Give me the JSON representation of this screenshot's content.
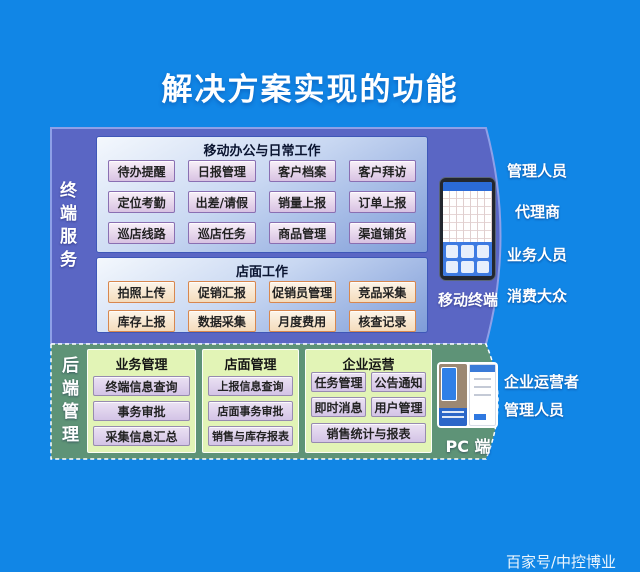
{
  "title": "解决方案实现的功能",
  "footer": "百家号/中控博业",
  "terminal_section": {
    "side_label": "终端服务",
    "device_label": "移动终端",
    "audience": [
      "管理人员",
      "代理商",
      "业务人员",
      "消费大众"
    ],
    "groups": [
      {
        "title": "移动办公与日常工作",
        "buttons": [
          "待办提醒",
          "日报管理",
          "客户档案",
          "客户拜访",
          "定位考勤",
          "出差/请假",
          "销量上报",
          "订单上报",
          "巡店线路",
          "巡店任务",
          "商品管理",
          "渠道铺货"
        ]
      },
      {
        "title": "店面工作",
        "buttons": [
          "拍照上传",
          "促销汇报",
          "促销员管理",
          "竞品采集",
          "库存上报",
          "数据采集",
          "月度费用",
          "核查记录"
        ]
      }
    ]
  },
  "backend_section": {
    "side_label": "后端管理",
    "device_label": "PC 端",
    "audience": [
      "企业运营者",
      "管理人员"
    ],
    "cards": [
      {
        "title": "业务管理",
        "buttons": [
          "终端信息查询",
          "事务审批",
          "采集信息汇总"
        ]
      },
      {
        "title": "店面管理",
        "buttons": [
          "上报信息查询",
          "店面事务审批",
          "销售与库存报表"
        ]
      },
      {
        "title": "企业运营",
        "grid_buttons": [
          "任务管理",
          "公告通知",
          "即时消息",
          "用户管理"
        ],
        "wide_button": "销售统计与报表"
      }
    ]
  },
  "colors": {
    "background": "#1186E6",
    "terminal_panel": "#5A66C4",
    "terminal_panel_edge": "#8EA0E8",
    "backend_panel": "#5E9377",
    "inner_card_top": "#F4F8FD",
    "inner_card_bottom": "#7E9CD8",
    "button_purple": "#D8C2E2",
    "button_purple_border": "#8A6FB2",
    "button_peach": "#F4DCBC",
    "button_peach_border": "#D8874E",
    "backend_card": "#E2F4B6",
    "button_lavender": "#D3C3E6",
    "title_text": "#FFFFFF"
  }
}
